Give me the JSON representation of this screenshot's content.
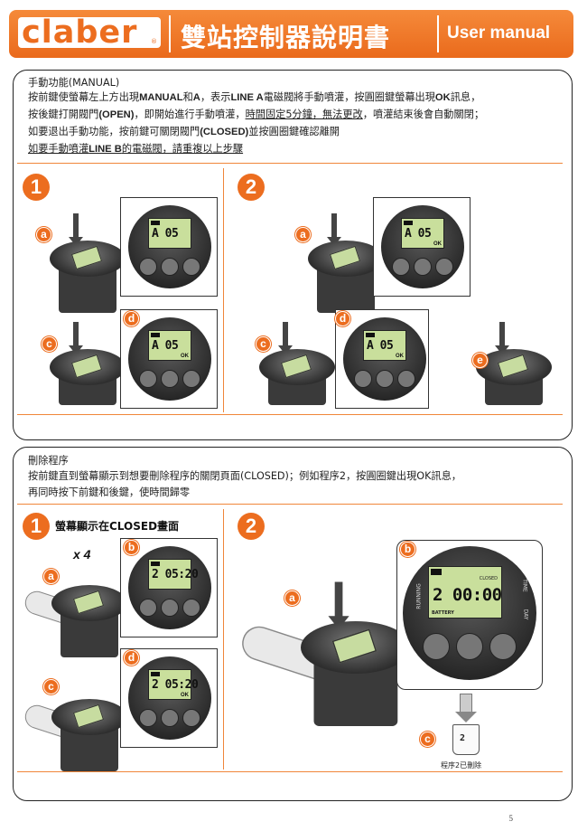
{
  "header": {
    "logo_text": "claber",
    "logo_mark": "®",
    "title": "雙站控制器說明書",
    "subtitle": "User manual"
  },
  "manual_section": {
    "heading": "手動功能(MANUAL)",
    "line1_a": "按前鍵使螢幕左上方出現",
    "line1_b": "MANUAL",
    "line1_c": "和",
    "line1_d": "A",
    "line1_e": "，表示",
    "line1_f": "LINE A",
    "line1_g": "電磁閥將手動噴灌，按圓圈鍵螢幕出現",
    "line1_h": "OK",
    "line1_i": "訊息，",
    "line2_a": "按後鍵打開閥門",
    "line2_b": "(OPEN)",
    "line2_c": "，即開始進行手動噴灌，",
    "line2_d": "時間固定5分鐘，無法更改",
    "line2_e": "，噴灌結束後會自動關閉；",
    "line3_a": "如要退出手動功能，按前鍵可關閉閥門",
    "line3_b": "(CLOSED)",
    "line3_c": "並按圓圈鍵確認離開",
    "line4_a": "如要手動噴灌",
    "line4_b": "LINE B",
    "line4_c": "的電磁閥，請重複以上步驟",
    "step1": "1",
    "step2": "2",
    "labels": {
      "a": "a",
      "b": "b",
      "c": "c",
      "d": "d",
      "e": "e"
    },
    "lcd_main": "A  05",
    "lcd_ok": "OK"
  },
  "delete_section": {
    "heading": "刪除程序",
    "line1": "按前鍵直到螢幕顯示到想要刪除程序的關閉頁面(CLOSED)；例如程序2，按圓圈鍵出現OK訊息，",
    "line2": "再同時按下前鍵和後鍵，使時間歸零",
    "step1": "1",
    "step1_caption": "螢幕顯示在CLOSED畫面",
    "step2": "2",
    "times_label": "x 4",
    "lcd_main_small": "2 05:20",
    "lcd_main_large": "2 00:00",
    "lcd_closed": "CLOSED",
    "lcd_running": "RUNNING",
    "lcd_time": "TIME",
    "lcd_day": "DAY",
    "lcd_battery": "BATTERY",
    "lcd_ok": "OK",
    "bin_caption": "程序2已刪除"
  },
  "page_number": "5",
  "colors": {
    "accent": "#ec6d1f",
    "lcd": "#c9df9c",
    "device": "#2e2e2e"
  }
}
